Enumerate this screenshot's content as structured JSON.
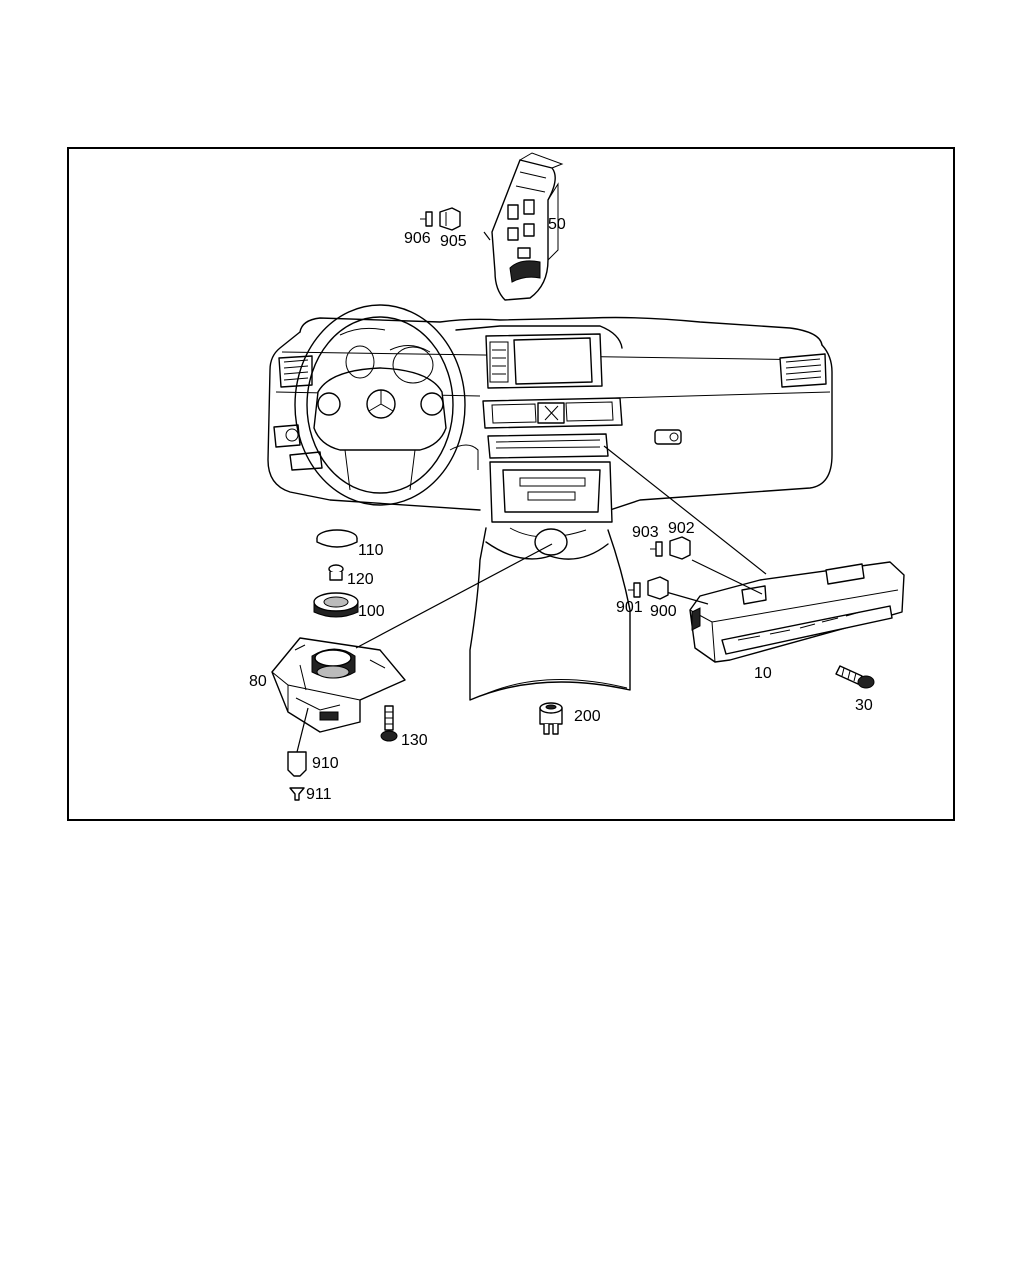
{
  "parts": {
    "p10": "10",
    "p30": "30",
    "p50": "50",
    "p80": "80",
    "p100": "100",
    "p110": "110",
    "p120": "120",
    "p130": "130",
    "p200": "200",
    "p900": "900",
    "p901": "901",
    "p902": "902",
    "p903": "903",
    "p905": "905",
    "p906": "906",
    "p910": "910",
    "p911": "911"
  }
}
